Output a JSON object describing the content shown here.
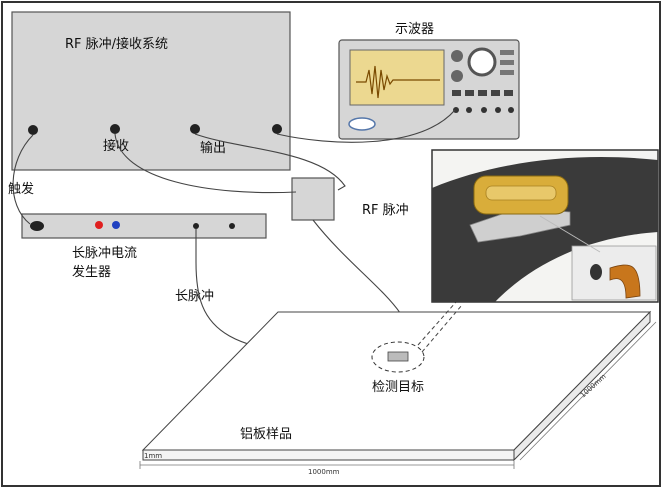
{
  "labels": {
    "rf_system": "RF 脉冲/接收系统",
    "oscilloscope": "示波器",
    "receive": "接收",
    "output": "输出",
    "trigger": "触发",
    "rf_pulse": "RF 脉冲",
    "generator_line1": "长脉冲电流",
    "generator_line2": "发生器",
    "long_pulse": "长脉冲",
    "target": "检测目标",
    "plate": "铝板样品",
    "thickness": "1mm",
    "width": "1000mm",
    "depth": "1000mm"
  },
  "colors": {
    "equipment_fill": "#d6d6d6",
    "screen": "#ecd890",
    "red_knob": "#e02020",
    "blue_knob": "#2040c0",
    "sensor_pad": "#d9ad3a",
    "inset_surface": "#3a3a3a"
  },
  "icons": [
    "waveform-icon",
    "probe-icon"
  ]
}
